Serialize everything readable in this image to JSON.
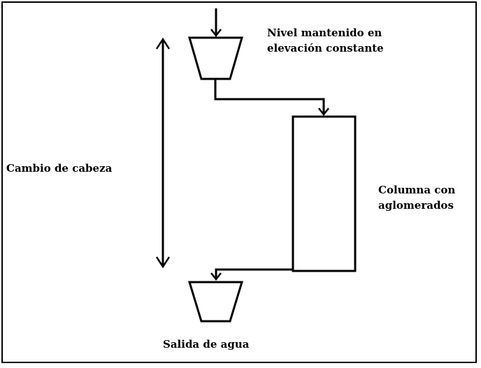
{
  "labels": {
    "top_level": [
      "Nivel mantenido en",
      "elevación constante"
    ],
    "head_change": "Cambio de cabeza",
    "column": [
      "Columna con",
      "aglomerados"
    ],
    "outlet": "Salida de agua"
  },
  "colors": {
    "stroke": "#000000",
    "background": "#ffffff"
  }
}
